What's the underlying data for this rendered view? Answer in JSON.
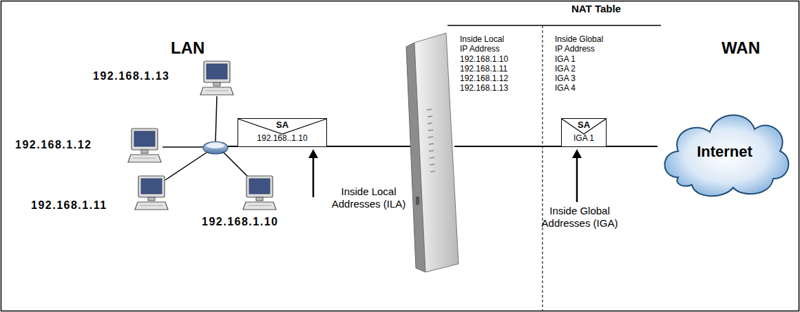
{
  "diagram": {
    "nodes": [
      {
        "text": [
          "SA",
          "192.168..1.10"
        ]
      },
      {
        "text": [
          "SA",
          "IGA 1"
        ]
      },
      {
        "text": [
          "Internet"
        ]
      }
    ],
    "edges": [
      {
        "from": 1,
        "to": 2,
        "arrow": "none"
      }
    ],
    "labels": [
      "LAN",
      "NAT Table",
      "WAN",
      "Inside Local IP Address",
      "192.168.1.10",
      "192.168.1.11",
      "192.168.1.12",
      "192.168.1.13",
      "Inside Global IP Address",
      "IGA 1",
      "IGA 2",
      "IGA 3",
      "IGA 4",
      "192.168.1.13",
      "192.168.1.12",
      "192.168.1.11",
      "192.168.1.10",
      "Inside Local Addresses (ILA)",
      "Inside Global Addresses (IGA)"
    ]
  }
}
